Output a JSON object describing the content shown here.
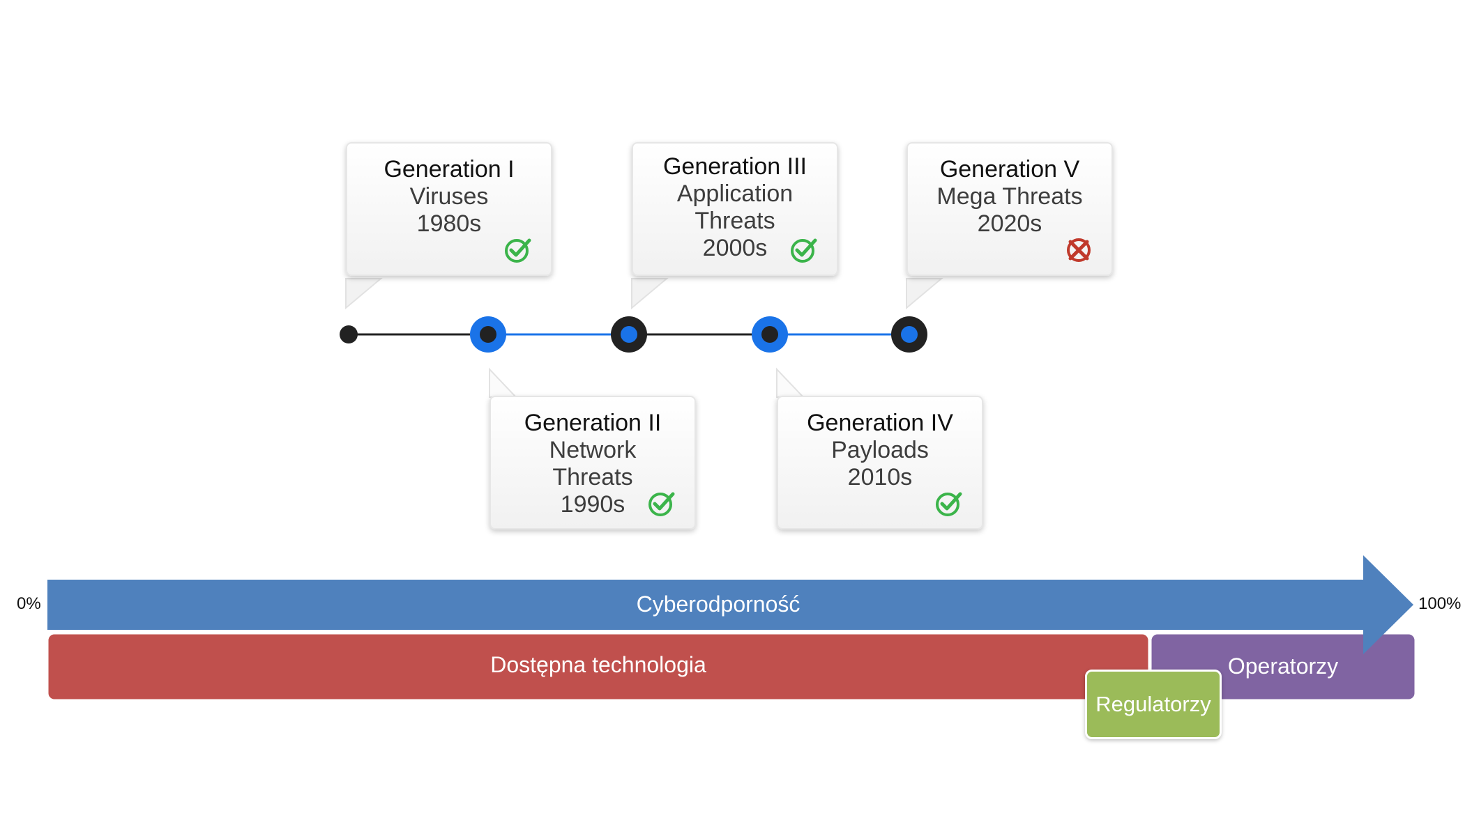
{
  "colors": {
    "blue_accent": "#1a73e8",
    "timeline_dark": "#222222",
    "check_green": "#3bb44a",
    "cross_red": "#c0392b",
    "arrow_blue": "#4f81bd",
    "tech_red": "#c0504d",
    "operators_purple": "#8064a2",
    "regulators_green": "#9bbb59"
  },
  "generations": [
    {
      "title": "Generation I",
      "lines": [
        "Viruses",
        "1980s"
      ],
      "status": "check",
      "status_icon": "check-circle-icon"
    },
    {
      "title": "Generation II",
      "lines": [
        "Network",
        "Threats",
        "1990s"
      ],
      "status": "check",
      "status_icon": "check-circle-icon"
    },
    {
      "title": "Generation III",
      "lines": [
        "Application",
        "Threats",
        "2000s"
      ],
      "status": "check",
      "status_icon": "check-circle-icon"
    },
    {
      "title": "Generation IV",
      "lines": [
        "Payloads",
        "2010s"
      ],
      "status": "check",
      "status_icon": "check-circle-icon"
    },
    {
      "title": "Generation V",
      "lines": [
        "Mega Threats",
        "2020s"
      ],
      "status": "cross",
      "status_icon": "cross-circle-icon"
    }
  ],
  "scale": {
    "start_label": "0%",
    "end_label": "100%",
    "arrow_label": "Cyberodporność"
  },
  "bars": {
    "technology": "Dostępna technologia",
    "operators": "Operatorzy",
    "regulators": "Regulatorzy"
  }
}
